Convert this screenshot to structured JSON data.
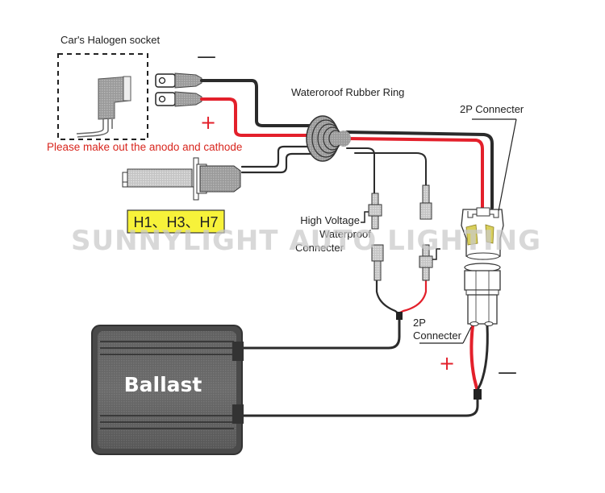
{
  "diagram": {
    "title": "HID xenon kit wiring diagram",
    "labels": {
      "halogen_socket": "Car's Halogen socket",
      "polarity_warning": "Please  make out the anodo and cathode",
      "rubber_ring": "Wateroroof Rubber Ring",
      "connector_2p_top": "2P Connecter",
      "hv_connector_line1": "High Voltage",
      "hv_connector_line2": "Waterproof",
      "hv_connector_line3": "Connecter",
      "connector_2p_bottom_line1": "2P",
      "connector_2p_bottom_line2": "Connecter",
      "bulb_types": "H1、H3、H7",
      "ballast": "Ballast",
      "watermark": "SUNNYLIGHT AUTO LIGHTING"
    },
    "polarity": {
      "top_negative": "—",
      "top_positive": "+",
      "bottom_positive": "+",
      "bottom_negative": "—"
    },
    "colors": {
      "positive_wire": "#e3202b",
      "negative_wire": "#2b2b2b",
      "bulb_tag_bg": "#f7f23a",
      "warning_text": "#d8261e",
      "ballast_body": "#5d5d5d",
      "rubber_ring": "#8e8e8e"
    }
  }
}
